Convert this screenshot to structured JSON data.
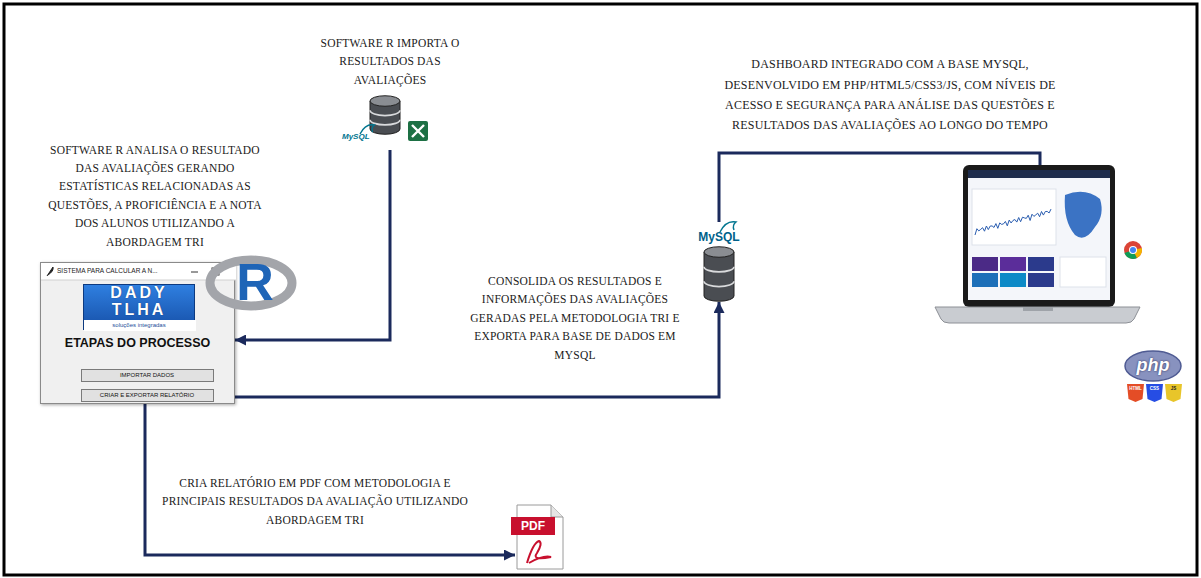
{
  "diagram": {
    "nodes": [
      {
        "text": [
          "SOFTWARE R IMPORTA O RESULTADOS DAS AVALIAÇÕES",
          "MySQL"
        ]
      },
      {
        "text": [
          "SOFTWARE R ANALISA O RESULTADO DAS AVALIAÇÕES GERANDO ESTATÍSTICAS RELACIONADAS AS QUESTÕES, A PROFICIÊNCIA E A NOTA DOS ALUNOS UTILIZANDO A ABORDAGEM TRI",
          "SISTEMA PARA CALCULAR A N...",
          "ETAPAS DO PROCESSO"
        ]
      },
      {
        "text": [
          "DADY",
          "TLHA",
          "soluções integradas"
        ],
        "in": 1
      },
      {
        "text": [
          "IMPORTAR DADOS"
        ],
        "in": 1
      },
      {
        "text": [
          "CRIAR E EXPORTAR RELATÓRIO"
        ],
        "in": 1
      },
      {
        "text": [
          "MySQL"
        ]
      },
      {
        "text": [
          "DASHBOARD INTEGRADO COM A BASE MYSQL, DESENVOLVIDO EM PHP/HTML5/CSS3/JS, COM NÍVEIS DE ACESSO E SEGURANÇA PARA ANÁLISE DAS QUESTÕES E RESULTADOS DAS AVALIAÇÕES AO LONGO DO TEMPO"
        ]
      },
      {
        "text": [
          "PDF"
        ]
      }
    ],
    "edges": [
      {
        "from": 0,
        "to": 1,
        "arrow": "to"
      },
      {
        "from": 1,
        "to": 5,
        "arrow": "to",
        "label": "CONSOLIDA OS RESULTADOS E INFORMAÇÕES DAS AVALIAÇÕES GERADAS PELA METODOLOGIA TRI E EXPORTA PARA BASE DE DADOS EM MYSQL"
      },
      {
        "from": 5,
        "to": 6,
        "arrow": "none"
      },
      {
        "from": 1,
        "to": 7,
        "arrow": "to",
        "label": "CRIA RELATÓRIO EM PDF COM METODOLOGIA E PRINCIPAIS RESULTADOS DA AVALIAÇÃO UTILIZANDO ABORDAGEM TRI"
      }
    ],
    "labels": [
      "R",
      "php",
      "HTML",
      "CSS",
      "JS"
    ]
  }
}
